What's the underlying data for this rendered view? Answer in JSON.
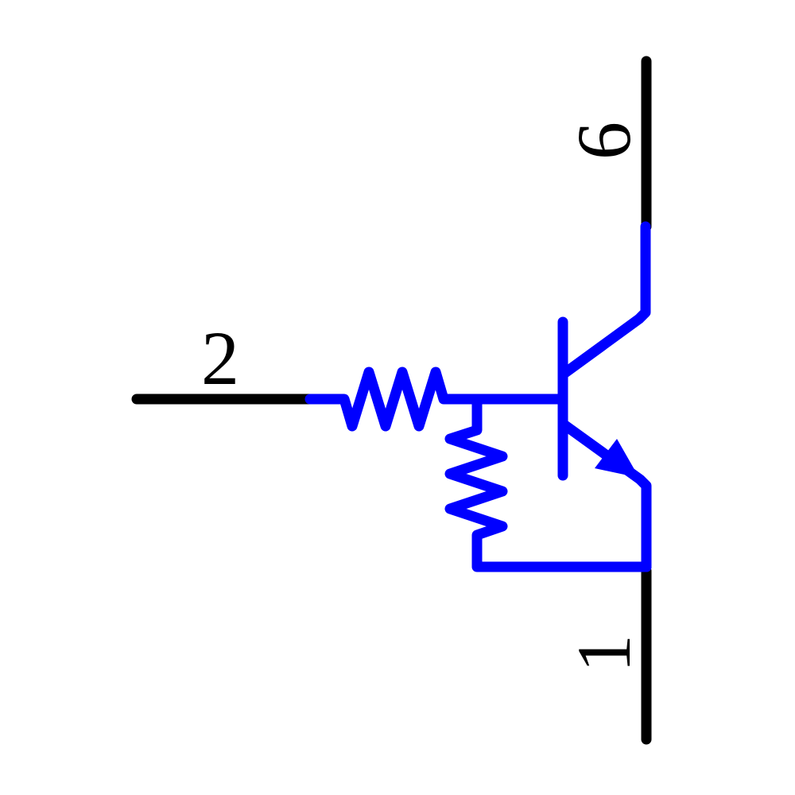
{
  "diagram": {
    "kind": "circuit-schematic",
    "background": "#ffffff"
  },
  "colors": {
    "wire": "#0000ff",
    "pin": "#000000",
    "label": "#000000"
  },
  "pins": {
    "input": {
      "label": "2"
    },
    "collector": {
      "label": "6"
    },
    "emitter": {
      "label": "1"
    }
  }
}
